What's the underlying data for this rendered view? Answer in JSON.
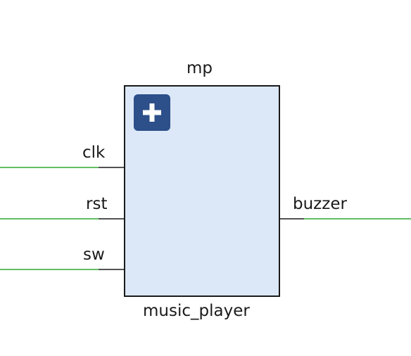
{
  "block": {
    "instance_name": "mp",
    "module_name": "music_player",
    "expand_icon": "plus-icon"
  },
  "ports": {
    "inputs": [
      "clk",
      "rst",
      "sw"
    ],
    "outputs": [
      "buzzer"
    ]
  },
  "colors": {
    "block_fill": "#dce8f7",
    "block_border": "#1a1a1a",
    "net_wire": "#2ea82e",
    "pin_stub": "#1a1a1a",
    "expand_button": "#2d4f8a"
  }
}
